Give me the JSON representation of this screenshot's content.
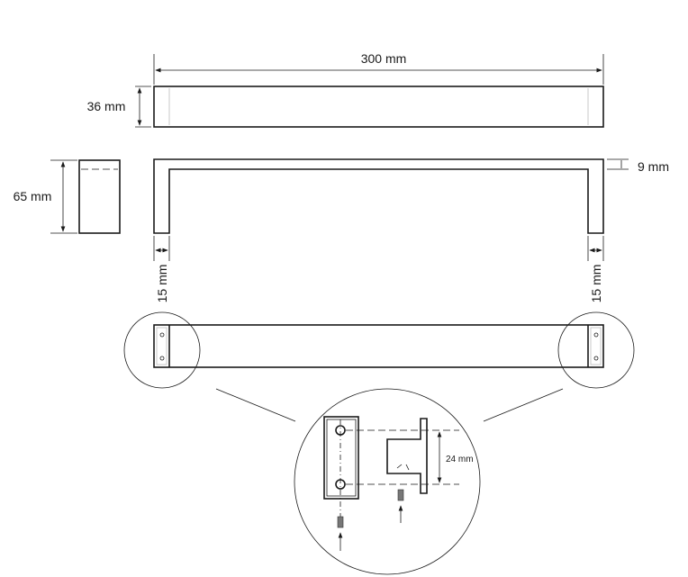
{
  "title": "Towel bar dimension drawing",
  "dimensions": {
    "length": "300 mm",
    "height_front": "36 mm",
    "depth_side": "65 mm",
    "thickness": "9 mm",
    "leg_left": "15 mm",
    "leg_right": "15 mm",
    "hole_spacing": "24 mm"
  }
}
